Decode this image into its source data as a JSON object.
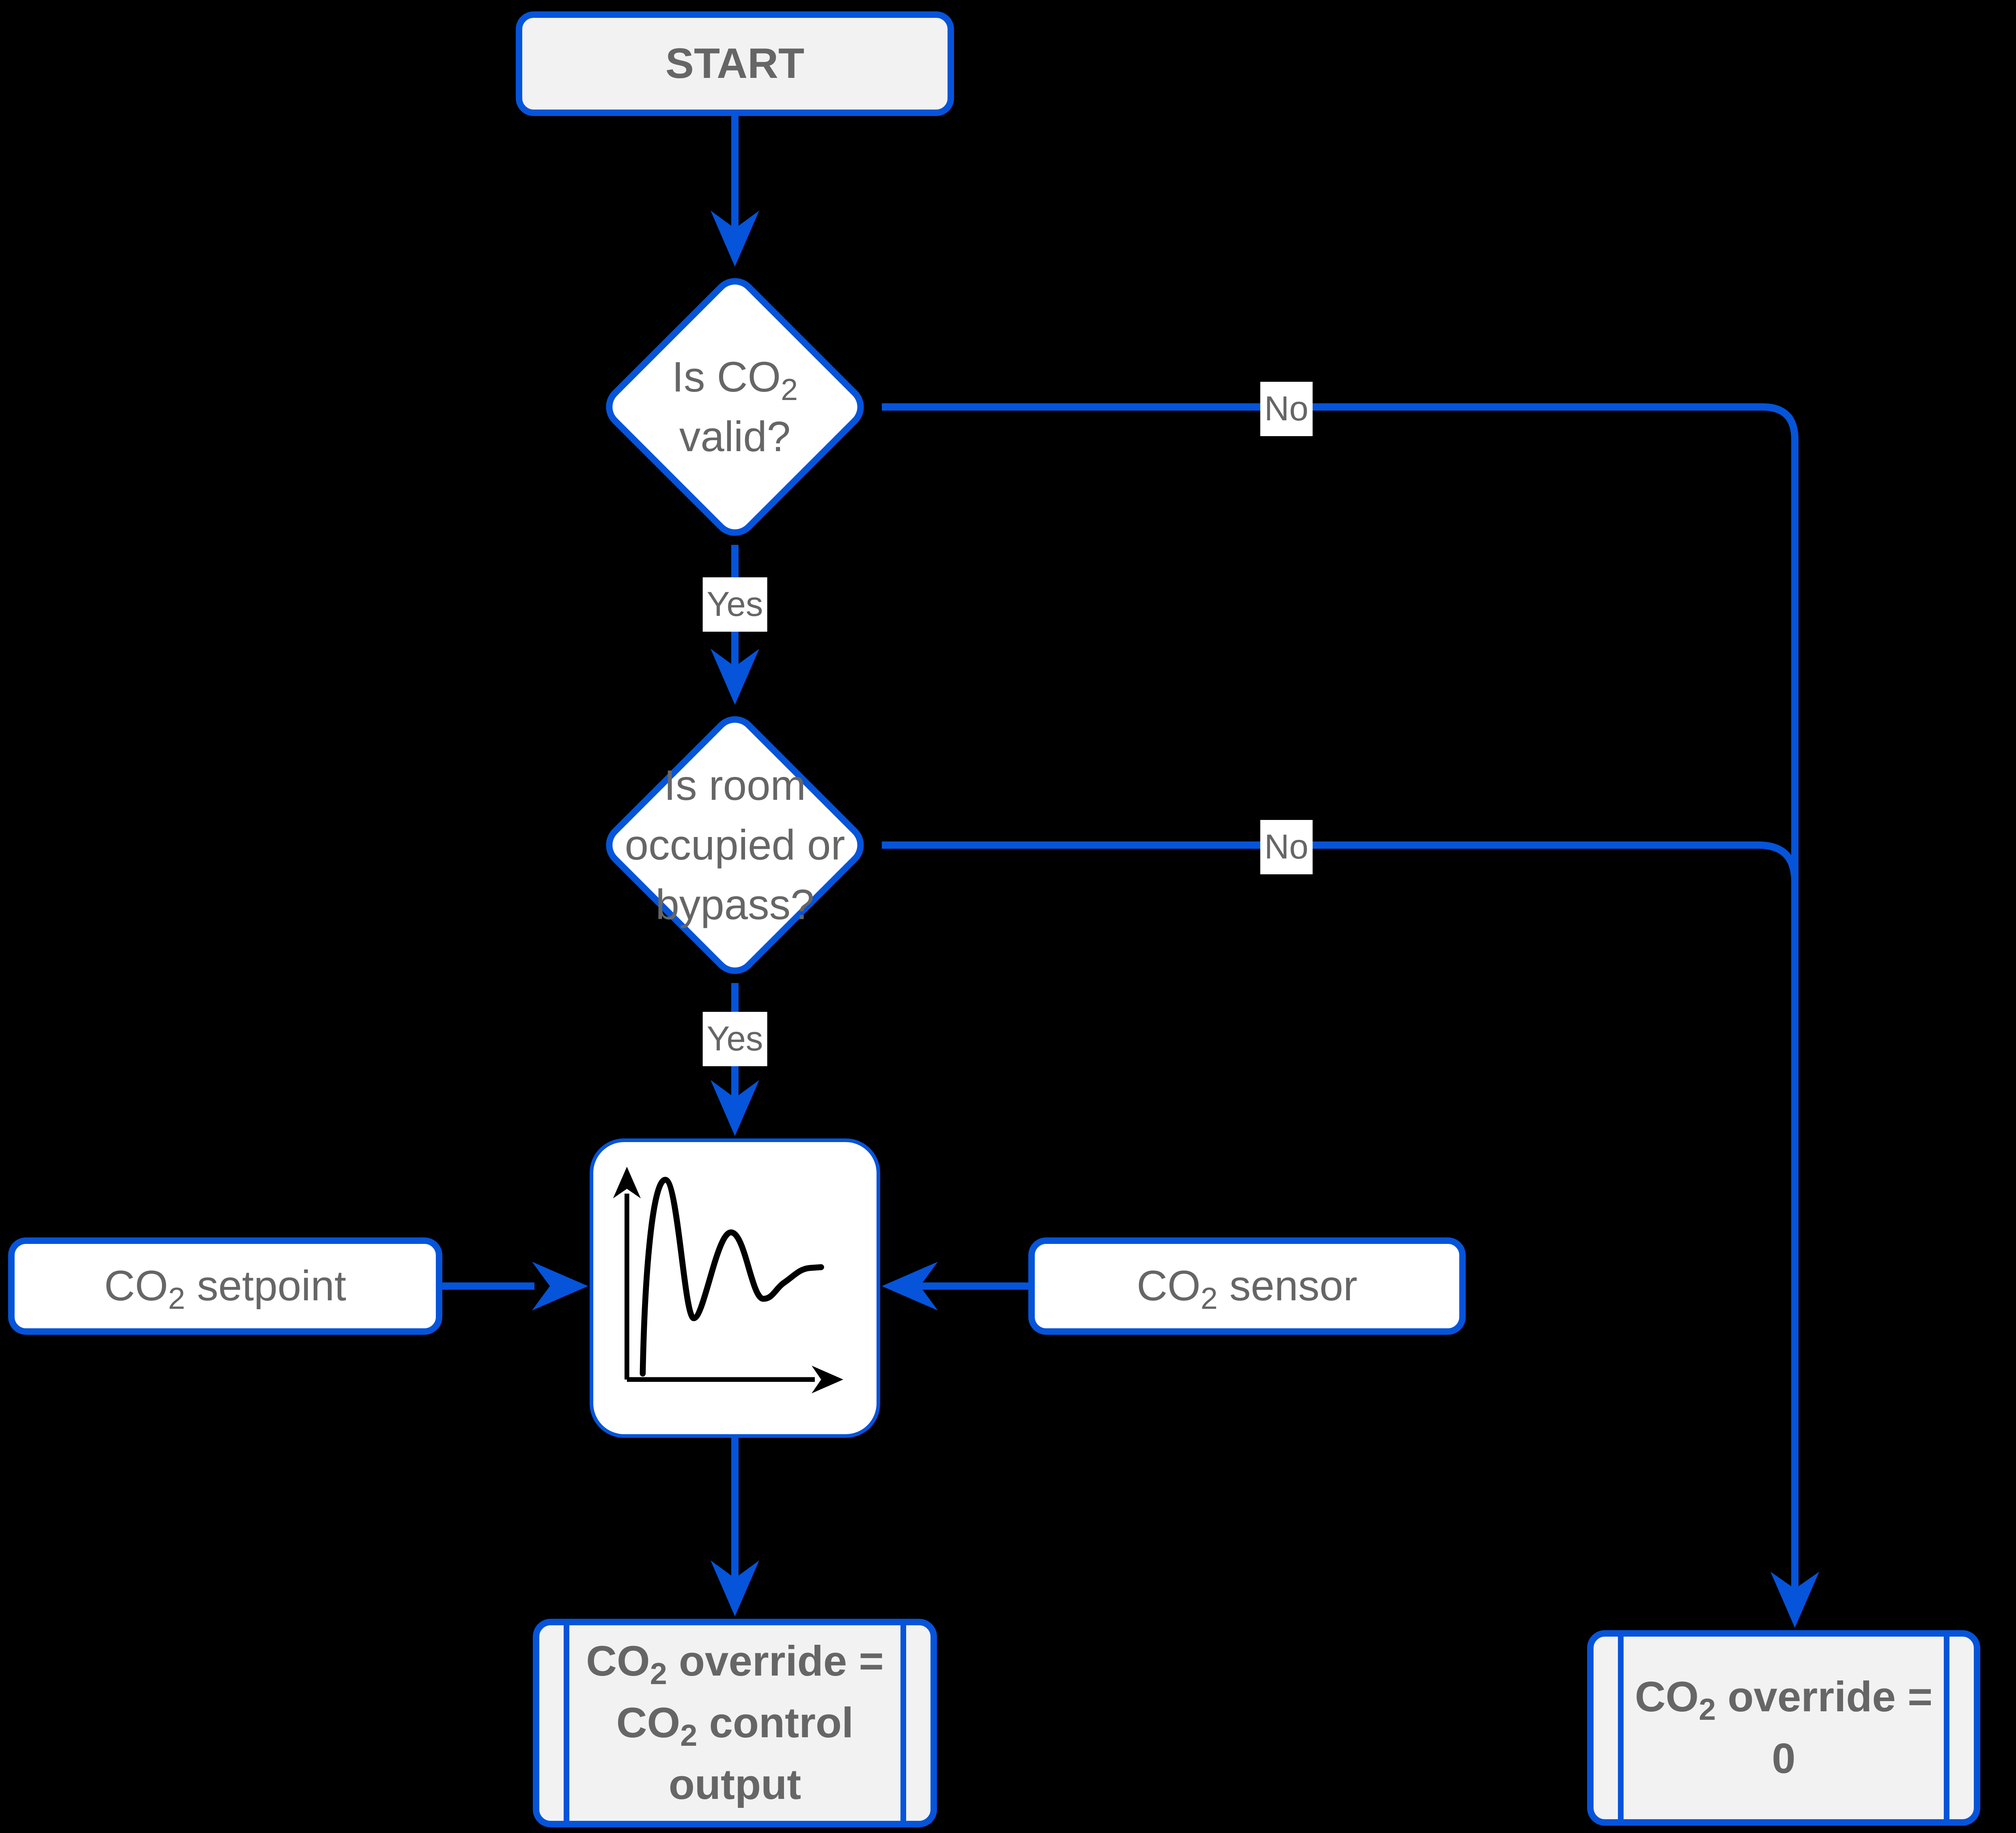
{
  "colors": {
    "background": "#000000",
    "accent_blue": "#0554DA",
    "node_fill_gray": "#F2F2F2",
    "node_fill_white": "#FFFFFF",
    "text_gray": "#666666",
    "icon_black": "#000000"
  },
  "nodes": {
    "start": {
      "type": "start-terminator",
      "label": "START"
    },
    "decision1": {
      "type": "decision",
      "line1_pre": "Is CO",
      "line1_sub": "2",
      "line2": "valid?"
    },
    "decision2": {
      "type": "decision",
      "line1": "Is room",
      "line2": "occupied or",
      "line3": "bypass?"
    },
    "pid": {
      "type": "process",
      "icon": "pid-response-curve-icon"
    },
    "setpoint": {
      "type": "input",
      "pre": "CO",
      "sub": "2",
      "post": " setpoint"
    },
    "sensor": {
      "type": "input",
      "pre": "CO",
      "sub": "2",
      "post": " sensor"
    },
    "override_output": {
      "type": "predefined-process",
      "line1_pre": "CO",
      "line1_sub": "2",
      "line1_post": " override =",
      "line2_pre": "CO",
      "line2_sub": "2",
      "line2_post": " control",
      "line3": "output"
    },
    "override_zero": {
      "type": "predefined-process",
      "line1_pre": "CO",
      "line1_sub": "2",
      "line1_post": " override =",
      "line2": "0"
    }
  },
  "edge_labels": {
    "yes1": "Yes",
    "no1": "No",
    "yes2": "Yes",
    "no2": "No"
  }
}
